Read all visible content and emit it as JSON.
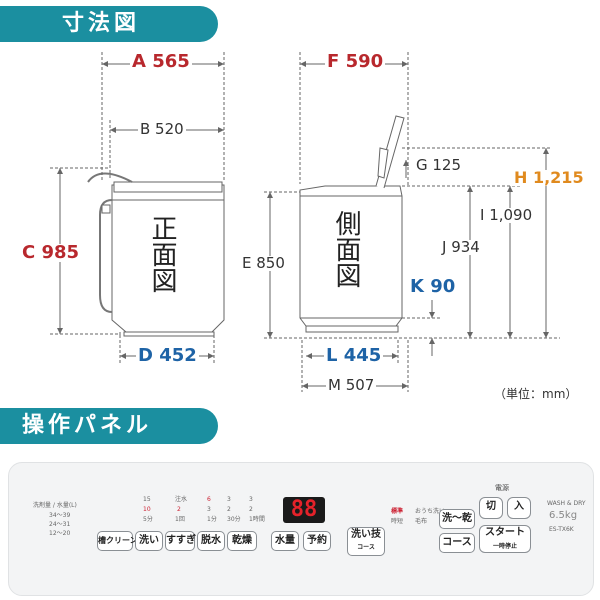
{
  "section_dimensions": {
    "title": "寸法図"
  },
  "section_panel": {
    "title": "操作パネル"
  },
  "front_view_label": "正面図",
  "side_view_label": "側面図",
  "dimensions": {
    "A": "A 565",
    "B": "B 520",
    "C": "C 985",
    "D": "D 452",
    "E": "E 850",
    "F": "F 590",
    "G": "G 125",
    "H": "H 1,215",
    "I": "I 1,090",
    "J": "J 934",
    "K": "K 90",
    "L": "L 445",
    "M": "M 507"
  },
  "unit_note": "（単位：mm）",
  "panel": {
    "buttons": {
      "tank_clean": "槽クリーン",
      "wash": "洗い",
      "rinse": "すすぎ",
      "spin": "脱水",
      "dry": "乾燥",
      "water_level": "水量",
      "timer": "予約",
      "wash_course": "洗い技",
      "wash_course_sub": "コース",
      "wash_dry": "洗～乾",
      "course": "コース",
      "off": "切",
      "on": "入",
      "start": "スタート",
      "start_sub": "一時停止"
    },
    "display_digits": "88",
    "power_label": "電源",
    "brand_text": "WASH & DRY",
    "capacity": "6.5kg",
    "model": "ES-TX6K",
    "detergent_header": "洗剤量 / 水量(L)",
    "detergent_rows": [
      "34～39",
      "24～31",
      "12～20"
    ],
    "wash_times": [
      "15",
      "10",
      "5分"
    ],
    "rinse_labels": [
      "注水",
      "2",
      "1回"
    ],
    "spin_times": [
      "6",
      "3",
      "1分"
    ],
    "dry_times": [
      "3",
      "2",
      "30分"
    ],
    "dry_hours": [
      "3",
      "2",
      "1時間"
    ],
    "mode_labels": [
      "標準",
      "おうち洗い",
      "時短",
      "毛布"
    ]
  }
}
